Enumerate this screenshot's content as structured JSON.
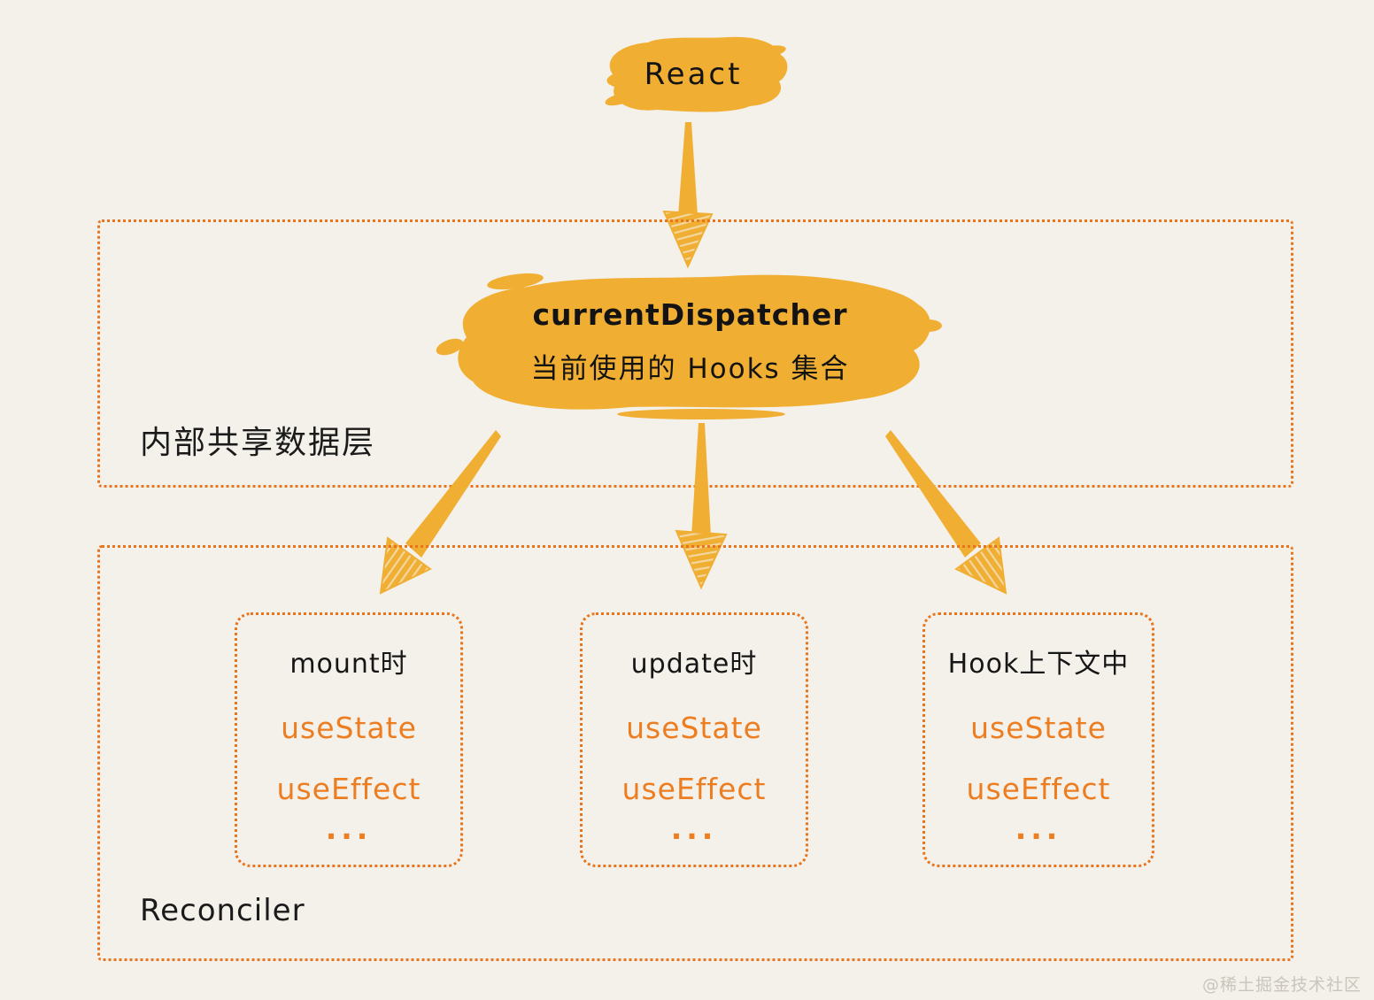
{
  "colors": {
    "background": "#F4F1EA",
    "blob": "#F0AE32",
    "border": "#E8751E",
    "orange_text": "#ED7D21",
    "black_text": "#151515",
    "watermark": "#C9C5BC"
  },
  "react_node": {
    "label": "React"
  },
  "dispatcher_node": {
    "title": "currentDispatcher",
    "subtitle": "当前使用的 Hooks 集合"
  },
  "layers": [
    {
      "name": "internal-shared-data-layer",
      "label": "内部共享数据层"
    },
    {
      "name": "reconciler-layer",
      "label": "Reconciler"
    }
  ],
  "hook_boxes": [
    {
      "title": "mount时",
      "items": [
        "useState",
        "useEffect",
        "..."
      ]
    },
    {
      "title": "update时",
      "items": [
        "useState",
        "useEffect",
        "..."
      ]
    },
    {
      "title": "Hook上下文中",
      "items": [
        "useState",
        "useEffect",
        "..."
      ]
    }
  ],
  "watermark": "@稀土掘金技术社区"
}
